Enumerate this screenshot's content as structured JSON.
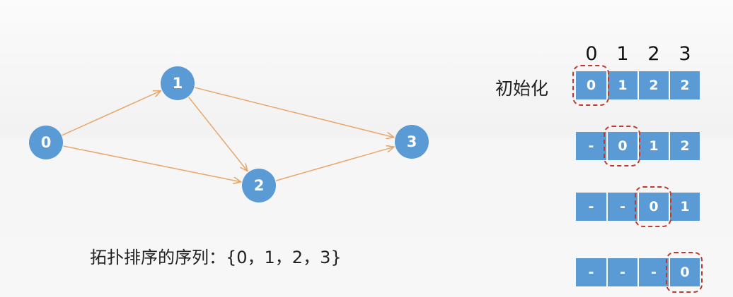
{
  "graph": {
    "nodes": [
      {
        "id": "n0",
        "label": "0"
      },
      {
        "id": "n1",
        "label": "1"
      },
      {
        "id": "n2",
        "label": "2"
      },
      {
        "id": "n3",
        "label": "3"
      }
    ],
    "edges": [
      {
        "from": "n0",
        "to": "n1"
      },
      {
        "from": "n0",
        "to": "n2"
      },
      {
        "from": "n1",
        "to": "n2"
      },
      {
        "from": "n1",
        "to": "n3"
      },
      {
        "from": "n2",
        "to": "n3"
      }
    ],
    "colors": {
      "node": "#5b9bd5",
      "edge": "#e8a76b",
      "highlight": "#c0392b"
    }
  },
  "sequence_text": "拓扑排序的序列：{0，1，2，3}",
  "array": {
    "headers": [
      "0",
      "1",
      "2",
      "3"
    ],
    "init_label": "初始化",
    "rows": [
      {
        "cells": [
          "0",
          "1",
          "2",
          "2"
        ],
        "highlight_index": 0
      },
      {
        "cells": [
          "-",
          "0",
          "1",
          "2"
        ],
        "highlight_index": 1
      },
      {
        "cells": [
          "-",
          "-",
          "0",
          "1"
        ],
        "highlight_index": 2
      },
      {
        "cells": [
          "-",
          "-",
          "-",
          "0"
        ],
        "highlight_index": 3
      }
    ]
  }
}
